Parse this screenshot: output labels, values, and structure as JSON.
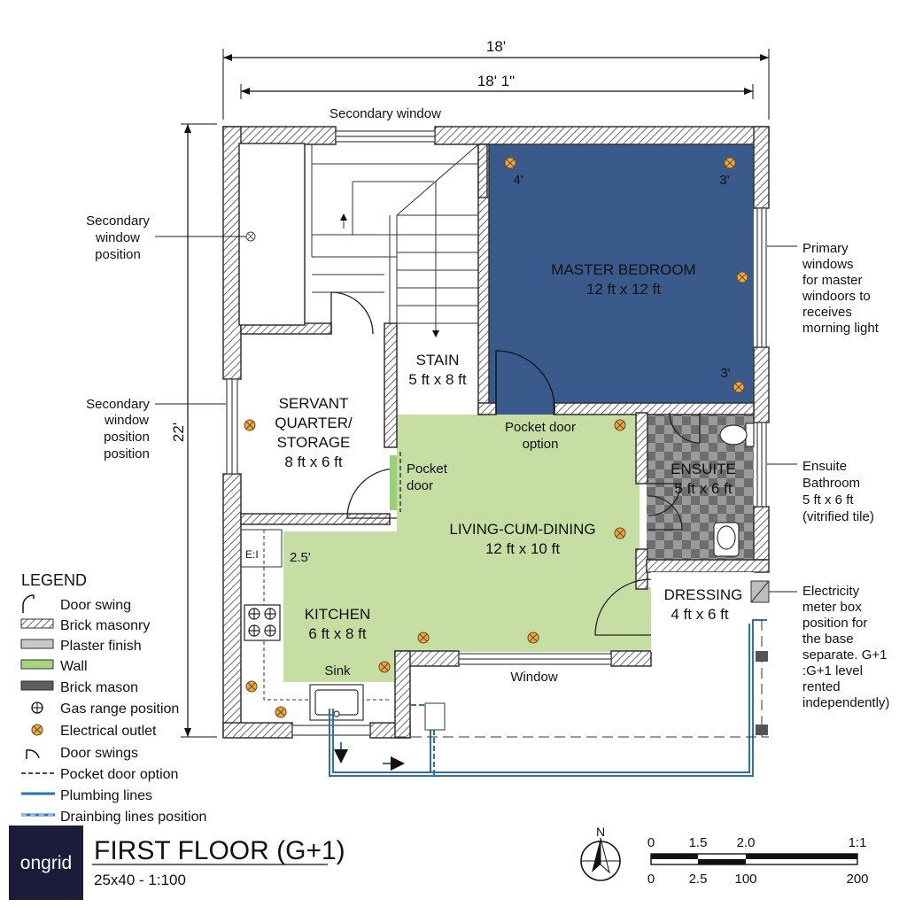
{
  "dimensions": {
    "overall_width": "18'",
    "inner_width": "18' 1\"",
    "overall_height": "22'"
  },
  "rooms": {
    "master_bedroom": {
      "name": "MASTER BEDROOM",
      "size": "12 ft x 12 ft"
    },
    "stair": {
      "name": "STAIN",
      "size": "5 ft x 8 ft"
    },
    "servant": {
      "line1": "SERVANT",
      "line2": "QUARTER/",
      "line3": "STORAGE",
      "size": "8 ft x 6 ft"
    },
    "living": {
      "name": "LIVING-CUM-DINING",
      "size": "12 ft x 10 ft"
    },
    "ensuite": {
      "name": "ENSUITE",
      "size": "5 ft x 6 ft"
    },
    "dressing": {
      "name": "DRESSING",
      "size": "4 ft x 6 ft"
    },
    "kitchen": {
      "name": "KITCHEN",
      "size": "6 ft x 8 ft"
    }
  },
  "plan_labels": {
    "secondary_window_top": "Secondary window",
    "outlet_4": "4'",
    "outlet_3a": "3'",
    "outlet_3b": "3'",
    "pocket_door_option_line1": "Pocket door",
    "pocket_door_option_line2": "option",
    "pocket_door_line1": "Pocket",
    "pocket_door_line2": "door",
    "counter_dim": "2.5'",
    "sink": "Sink",
    "window": "Window"
  },
  "annotations": {
    "secondary_window_position": [
      "Secondary",
      "window",
      "position"
    ],
    "secondary_window_position_2": [
      "Secondary",
      "window",
      "position",
      "position"
    ],
    "primary_windows": [
      "Primary",
      "windows",
      "for master",
      "windoors to",
      "receives",
      "morning light"
    ],
    "ensuite_bathroom": [
      "Ensuite",
      "Bathroom",
      "5 ft x 6 ft",
      "(vitrified tile)"
    ],
    "electricity_meter": [
      "Electricity",
      "meter box",
      "position for",
      "the base",
      "separate. G+1",
      ":G+1 level",
      "rented",
      "independently)"
    ]
  },
  "legend": {
    "title": "LEGEND",
    "items": [
      {
        "icon": "door-swing-icon",
        "label": "Door swing"
      },
      {
        "icon": "brick-masonry-swatch",
        "label": "Brick masonry"
      },
      {
        "icon": "plaster-finish-swatch",
        "label": "Plaster finish"
      },
      {
        "icon": "wall-swatch",
        "label": "Wall"
      },
      {
        "icon": "brick-mason-swatch",
        "label": "Brick mason"
      },
      {
        "icon": "gas-range-icon",
        "label": "Gas range position"
      },
      {
        "icon": "electrical-outlet-icon",
        "label": "Electrical outlet"
      },
      {
        "icon": "door-swings-icon",
        "label": "Door swings"
      },
      {
        "icon": "pocket-door-icon",
        "label": "Pocket door option"
      },
      {
        "icon": "plumbing-line-icon",
        "label": "Plumbing lines"
      },
      {
        "icon": "drain-line-icon",
        "label": "Drainbing lines position"
      }
    ]
  },
  "footer": {
    "logo": "ongrid",
    "title": "FIRST FLOOR (G+1)",
    "subtitle": "25x40 - 1:100",
    "north": "N"
  },
  "scale_bar": {
    "top": [
      "0",
      "1.5",
      "2.0",
      "1:1"
    ],
    "bottom": [
      "0",
      "2.5",
      "100",
      "200"
    ]
  },
  "colors": {
    "master_bedroom": "#3a5a8c",
    "living": "#c6dea4",
    "wall": "#555555",
    "outlet": "#e8a94a",
    "plumbing": "#2f6fb3"
  }
}
